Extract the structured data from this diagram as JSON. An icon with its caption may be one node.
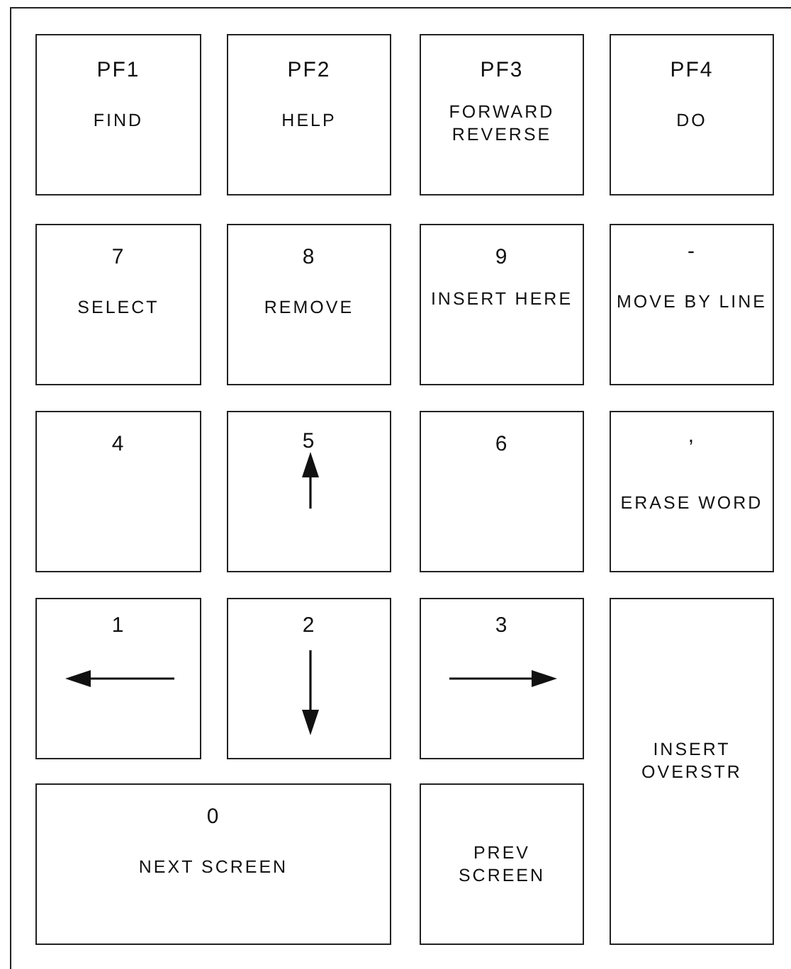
{
  "diagram": {
    "nodes": [
      {
        "text": [
          "PF1",
          "FIND"
        ]
      },
      {
        "text": [
          "PF2",
          "HELP"
        ]
      },
      {
        "text": [
          "PF3",
          "FORWARD REVERSE"
        ]
      },
      {
        "text": [
          "PF4",
          "DO"
        ]
      },
      {
        "text": [
          "7",
          "SELECT"
        ]
      },
      {
        "text": [
          "8",
          "REMOVE"
        ]
      },
      {
        "text": [
          "9",
          "INSERT HERE"
        ]
      },
      {
        "text": [
          "-",
          "MOVE BY LINE"
        ]
      },
      {
        "text": [
          "4"
        ]
      },
      {
        "text": [
          "5"
        ]
      },
      {
        "text": [
          "6"
        ]
      },
      {
        "text": [
          ",",
          "ERASE WORD"
        ]
      },
      {
        "text": [
          "1"
        ]
      },
      {
        "text": [
          "2"
        ]
      },
      {
        "text": [
          "3"
        ]
      },
      {
        "text": [
          "INSERT OVERSTR"
        ]
      },
      {
        "text": [
          "0",
          "NEXT SCREEN"
        ]
      },
      {
        "text": [
          "PREV SCREEN"
        ]
      }
    ]
  }
}
